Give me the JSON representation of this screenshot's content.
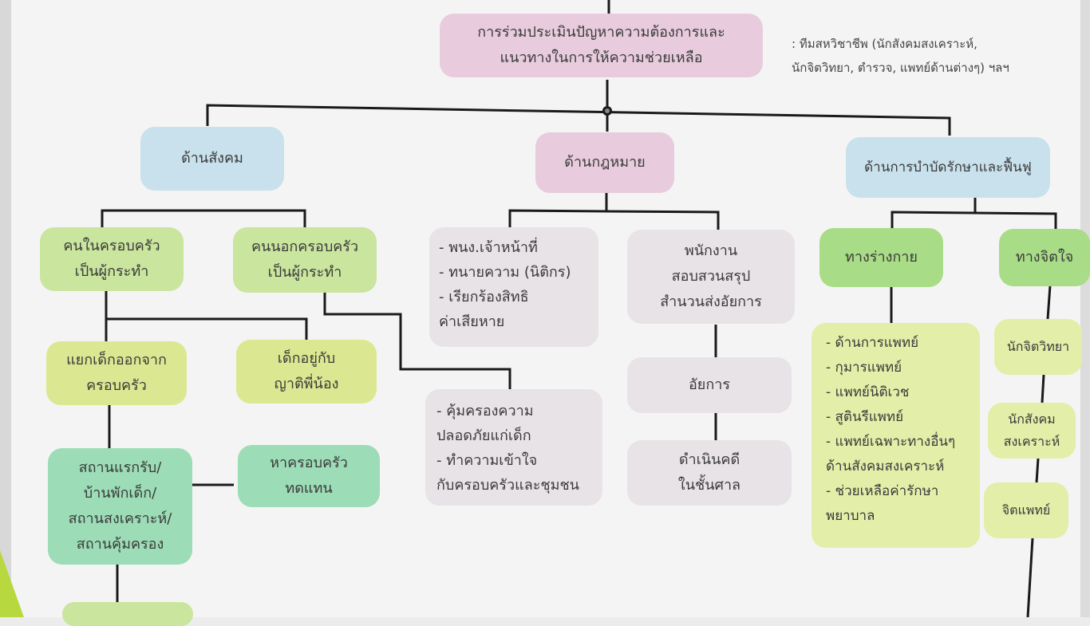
{
  "top": {
    "main": "การร่วมประเมินปัญหาความต้องการและ\nแนวทางในการให้ความช่วยเหลือ",
    "note": ": ทีมสหวิชาชีพ (นักสังคมสงเคราะห์,\nนักจิตวิทยา, ตำรวจ, แพทย์ด้านต่างๆ) ฯลฯ"
  },
  "social": {
    "title": "ด้านสังคม",
    "in_family": "คนในครอบครัว\nเป็นผู้กระทำ",
    "out_family": "คนนอกครอบครัว\nเป็นผู้กระทำ",
    "separate": "แยกเด็กออกจาก\nครอบครัว",
    "with_relatives": "เด็กอยู่กับ\nญาติพี่น้อง",
    "shelter": "สถานแรกรับ/\nบ้านพักเด็ก/\nสถานสงเคราะห์/\nสถานคุ้มครอง",
    "foster": "หาครอบครัว\nทดแทน"
  },
  "legal": {
    "title": "ด้านกฎหมาย",
    "list1": "- พนง.เจ้าหน้าที่\n- ทนายความ (นิติกร)\n- เรียกร้องสิทธิ\n   ค่าเสียหาย",
    "investigator": "พนักงาน\nสอบสวนสรุป\nสำนวนส่งอัยการ",
    "list2": "- คุ้มครองความ\n   ปลอดภัยแก่เด็ก\n- ทำความเข้าใจ\n   กับครอบครัวและชุมชน",
    "prosecutor": "อัยการ",
    "court": "ดำเนินคดี\nในชั้นศาล"
  },
  "therapy": {
    "title": "ด้านการบำบัดรักษาและฟื้นฟู",
    "physical": "ทางร่างกาย",
    "mental": "ทางจิตใจ",
    "physical_list": "- ด้านการแพทย์\n- กุมารแพทย์\n- แพทย์นิติเวช\n- สูตินรีแพทย์\n- แพทย์เฉพาะทางอื่นๆ\n   ด้านสังคมสงเคราะห์\n- ช่วยเหลือค่ารักษา\n   พยาบาล",
    "psychologist": "นักจิตวิทยา",
    "social_worker": "นักสังคม\nสงเคราะห์",
    "psychiatrist": "จิตแพทย์"
  }
}
